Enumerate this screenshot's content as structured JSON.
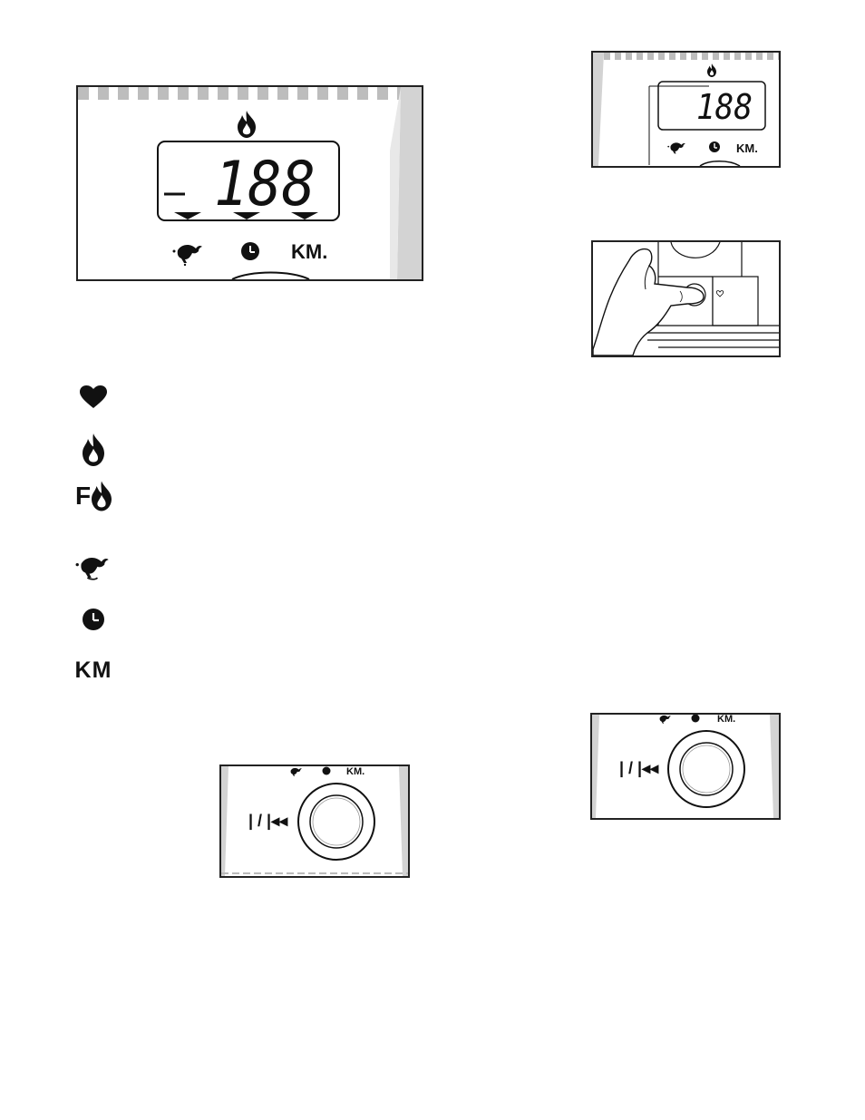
{
  "display": {
    "digits": "188",
    "km_label": "KM.",
    "f_letter": "F",
    "km_legend": "KM"
  },
  "button": {
    "label": "| / |◂◂"
  }
}
